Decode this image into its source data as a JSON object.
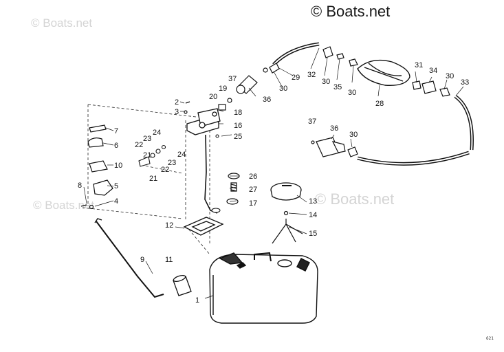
{
  "watermarks": [
    "© Boats.net",
    "© Boats.net",
    "© Boats.net",
    "© Boats.net"
  ],
  "diagram_code": "621",
  "callouts": [
    "1",
    "2",
    "3",
    "4",
    "5",
    "6",
    "7",
    "8",
    "9",
    "10",
    "11",
    "12",
    "13",
    "14",
    "15",
    "16",
    "17",
    "18",
    "19",
    "20",
    "21",
    "21",
    "22",
    "22",
    "23",
    "23",
    "24",
    "24",
    "25",
    "26",
    "27",
    "28",
    "29",
    "30",
    "30",
    "30",
    "30",
    "30",
    "31",
    "32",
    "33",
    "34",
    "35",
    "36",
    "36",
    "37",
    "37"
  ]
}
